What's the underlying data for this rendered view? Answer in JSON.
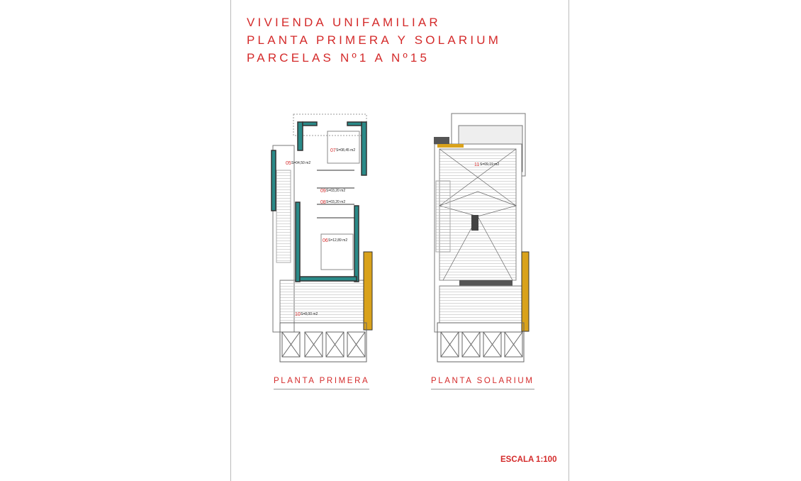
{
  "title": {
    "line1": "VIVIENDA UNIFAMILIAR",
    "line2": "PLANTA PRIMERA Y SOLARIUM",
    "line3": "PARCELAS Nº1 A Nº15"
  },
  "plans": [
    {
      "label": "PLANTA PRIMERA",
      "rooms": [
        {
          "num": "05",
          "area": "S=04,50 m2"
        },
        {
          "num": "07",
          "area": "S=08,45 m2"
        },
        {
          "num": "09",
          "area": "S=03,20 m2"
        },
        {
          "num": "08",
          "area": "S=03,20 m2"
        },
        {
          "num": "06",
          "area": "S=12,89 m2"
        },
        {
          "num": "10",
          "area": "S=8,00 m2"
        }
      ]
    },
    {
      "label": "PLANTA SOLARIUM",
      "rooms": [
        {
          "num": "11",
          "area": "S=09,19 m2"
        }
      ]
    }
  ],
  "scale": "ESCALA 1:100",
  "colors": {
    "title_red": "#d42a2a",
    "wall_teal": "#1e7b7b",
    "pergola_gold": "#d9a21b"
  }
}
